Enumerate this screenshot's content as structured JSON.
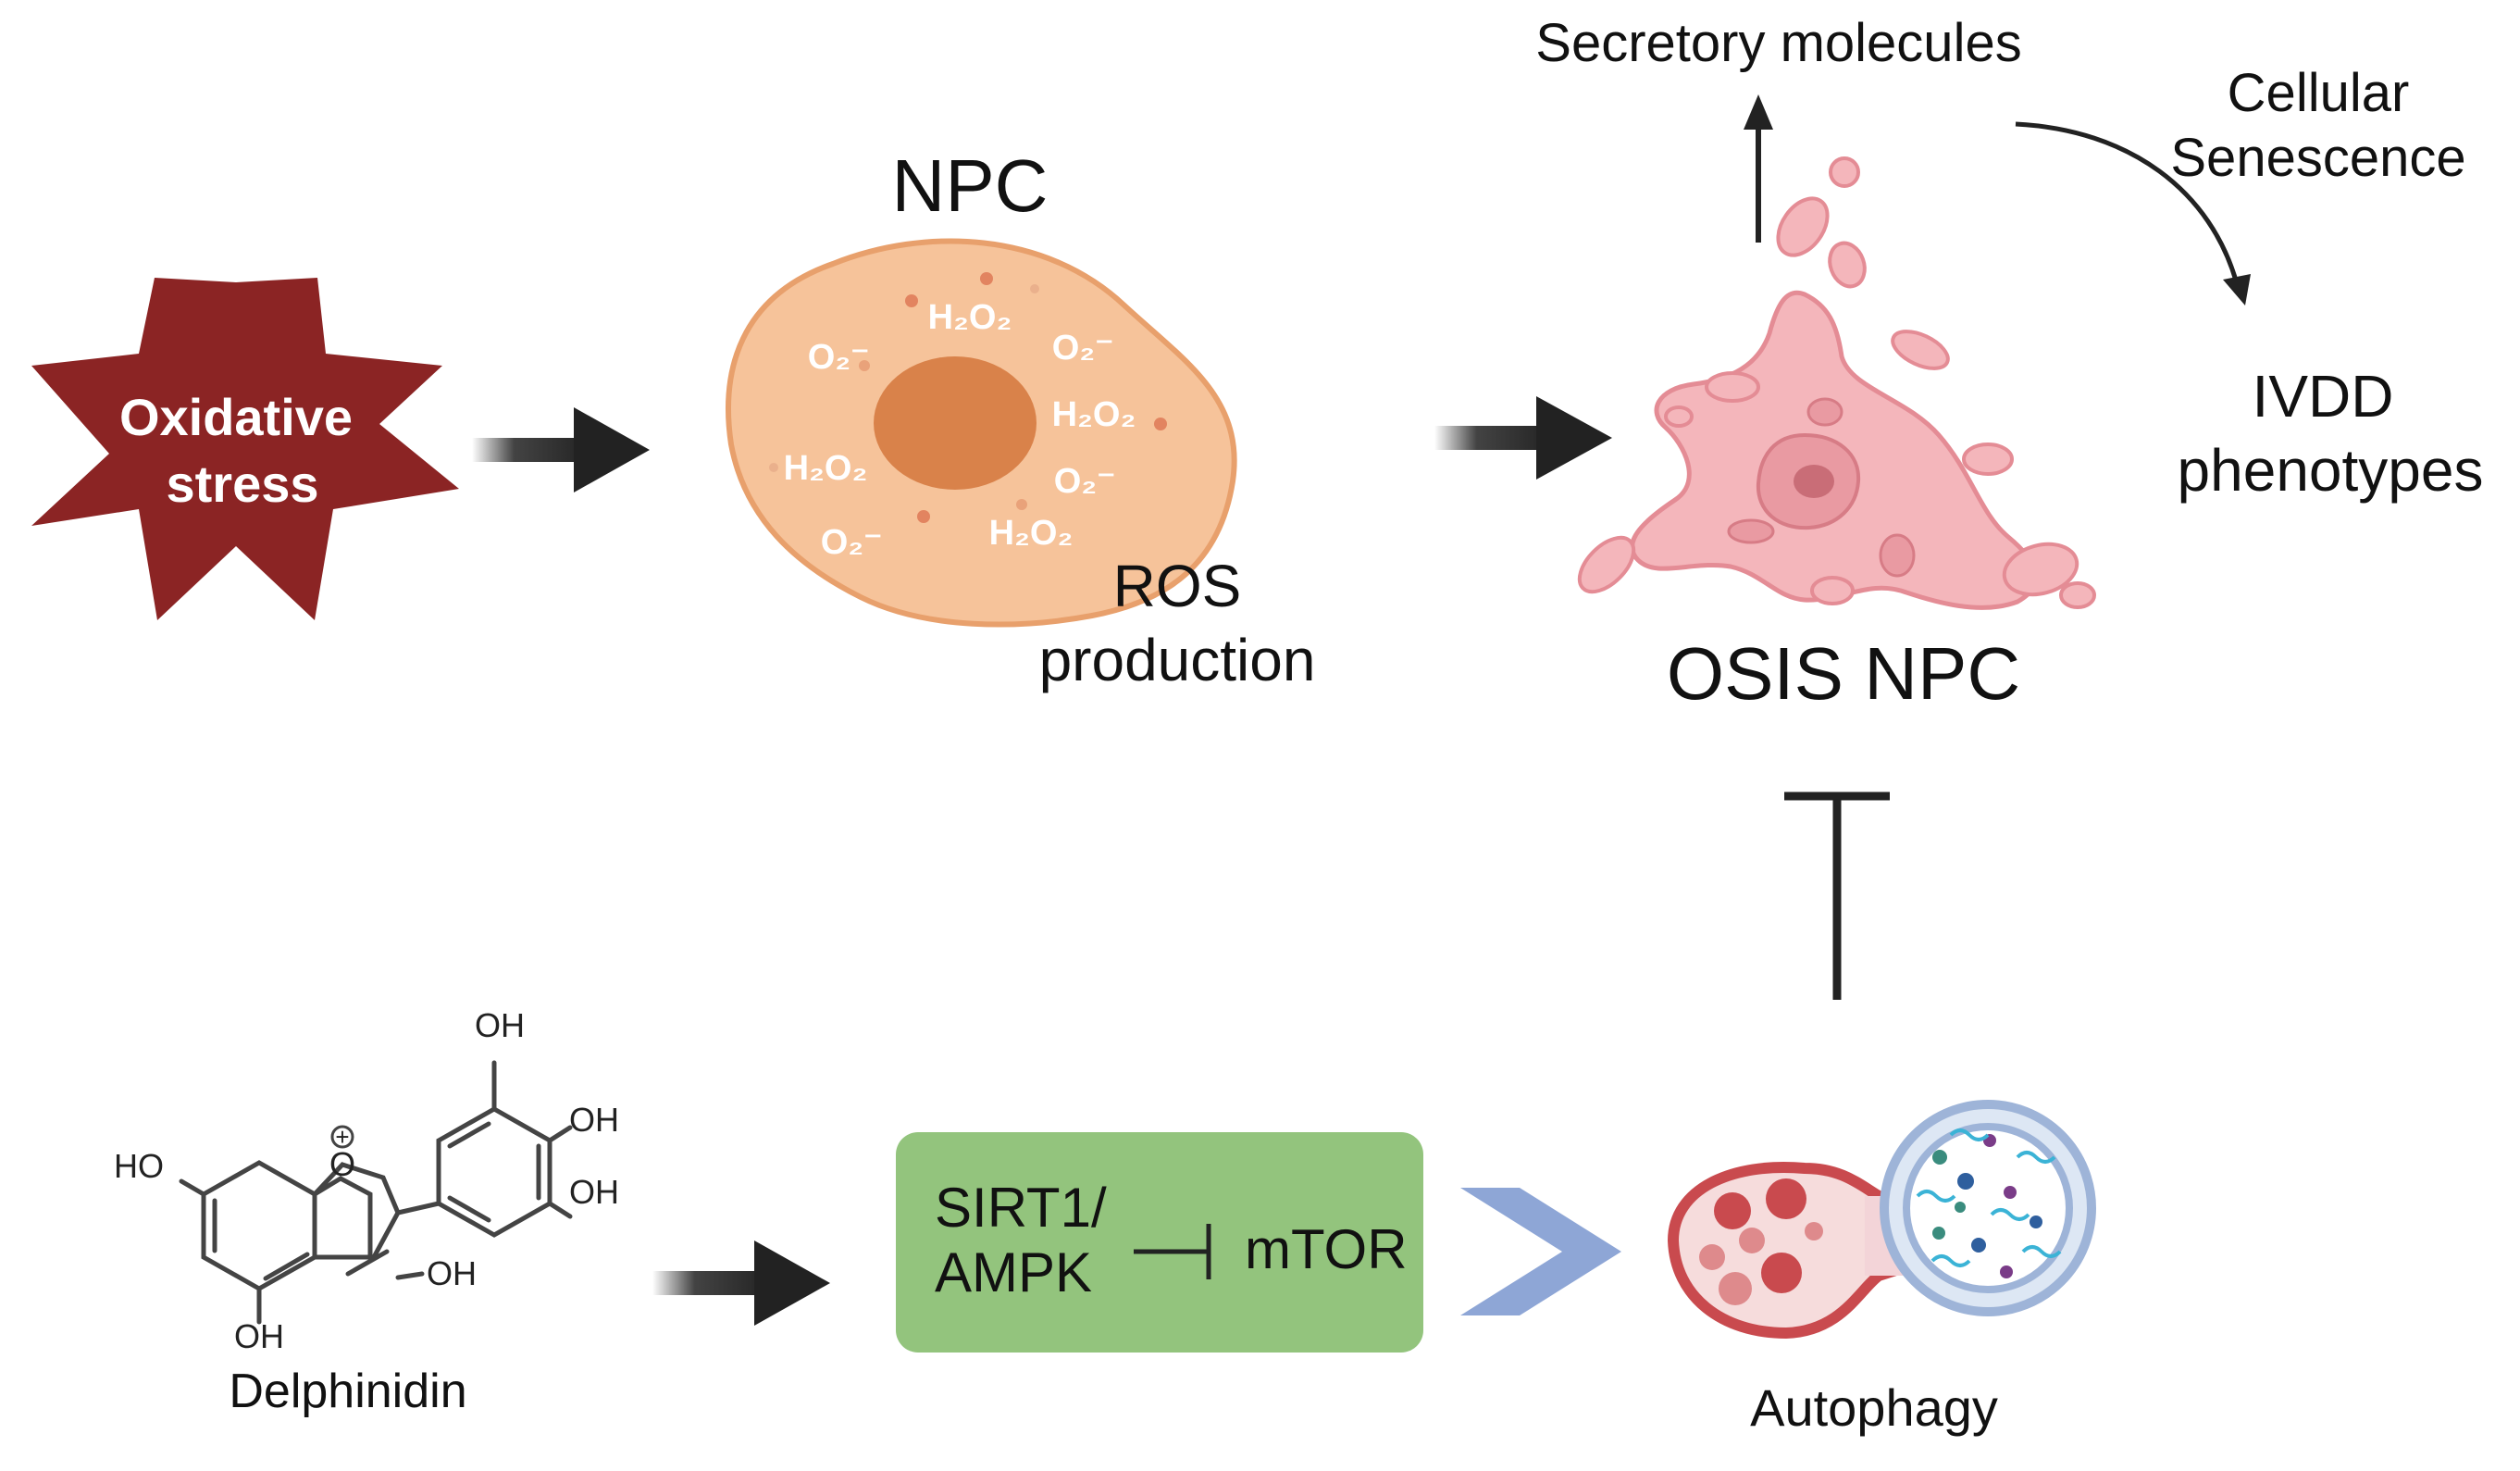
{
  "stress": {
    "line1": "Oxidative",
    "line2": "stress"
  },
  "npc": {
    "title": "NPC",
    "ros_line1": "ROS",
    "ros_line2": "production",
    "species": {
      "h2o2": "H₂O₂",
      "o2": "O₂⁻"
    }
  },
  "osis": {
    "title": "OSIS NPC",
    "secretory": "Secretory molecules",
    "senescence_line1": "Cellular",
    "senescence_line2": "Senescence",
    "ivdd_line1": "IVDD",
    "ivdd_line2": "phenotypes"
  },
  "delphinidin": {
    "name": "Delphinidin",
    "groups": {
      "oh": "OH",
      "ho": "HO",
      "charge": "+"
    }
  },
  "pathway": {
    "sirt_line1": "SIRT1/",
    "sirt_line2": "AMPK",
    "mtor": "mTOR"
  },
  "autophagy": {
    "label": "Autophagy"
  },
  "colors": {
    "stress_red": "#8b2424",
    "npc_fill": "#f6c39a",
    "npc_stroke": "#e8a06c",
    "npc_nucleus": "#d9824a",
    "osis_fill": "#f4b6bb",
    "osis_stroke": "#e48c95",
    "pathway_green": "#93c47d",
    "chevron_blue": "#8ea6d6",
    "arrow_black": "#222222"
  }
}
